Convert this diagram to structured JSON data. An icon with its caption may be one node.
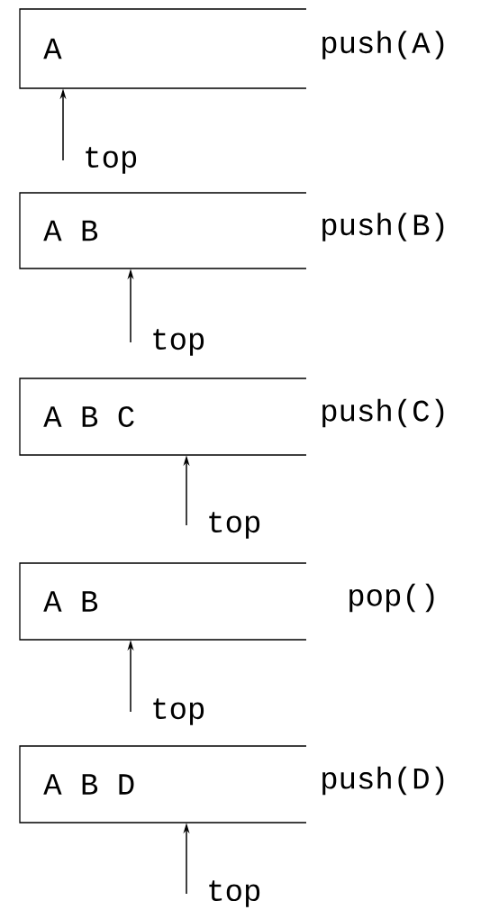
{
  "diagram": {
    "nodes": [
      {
        "text": [
          "A"
        ],
        "beside": [
          "push(A)"
        ]
      },
      {
        "text": [
          "top"
        ]
      },
      {
        "text": [
          "A B"
        ],
        "beside": [
          "push(B)"
        ]
      },
      {
        "text": [
          "top"
        ]
      },
      {
        "text": [
          "A B C"
        ],
        "beside": [
          "push(C)"
        ]
      },
      {
        "text": [
          "top"
        ]
      },
      {
        "text": [
          "A B"
        ],
        "beside": [
          "pop()"
        ]
      },
      {
        "text": [
          "top"
        ]
      },
      {
        "text": [
          "A B D"
        ],
        "beside": [
          "push(D)"
        ]
      },
      {
        "text": [
          "top"
        ]
      }
    ],
    "edges": [
      {
        "from": 1,
        "to": 0,
        "arrow": "to"
      },
      {
        "from": 3,
        "to": 2,
        "arrow": "to"
      },
      {
        "from": 5,
        "to": 4,
        "arrow": "to"
      },
      {
        "from": 7,
        "to": 6,
        "arrow": "to"
      },
      {
        "from": 9,
        "to": 8,
        "arrow": "to"
      }
    ]
  }
}
